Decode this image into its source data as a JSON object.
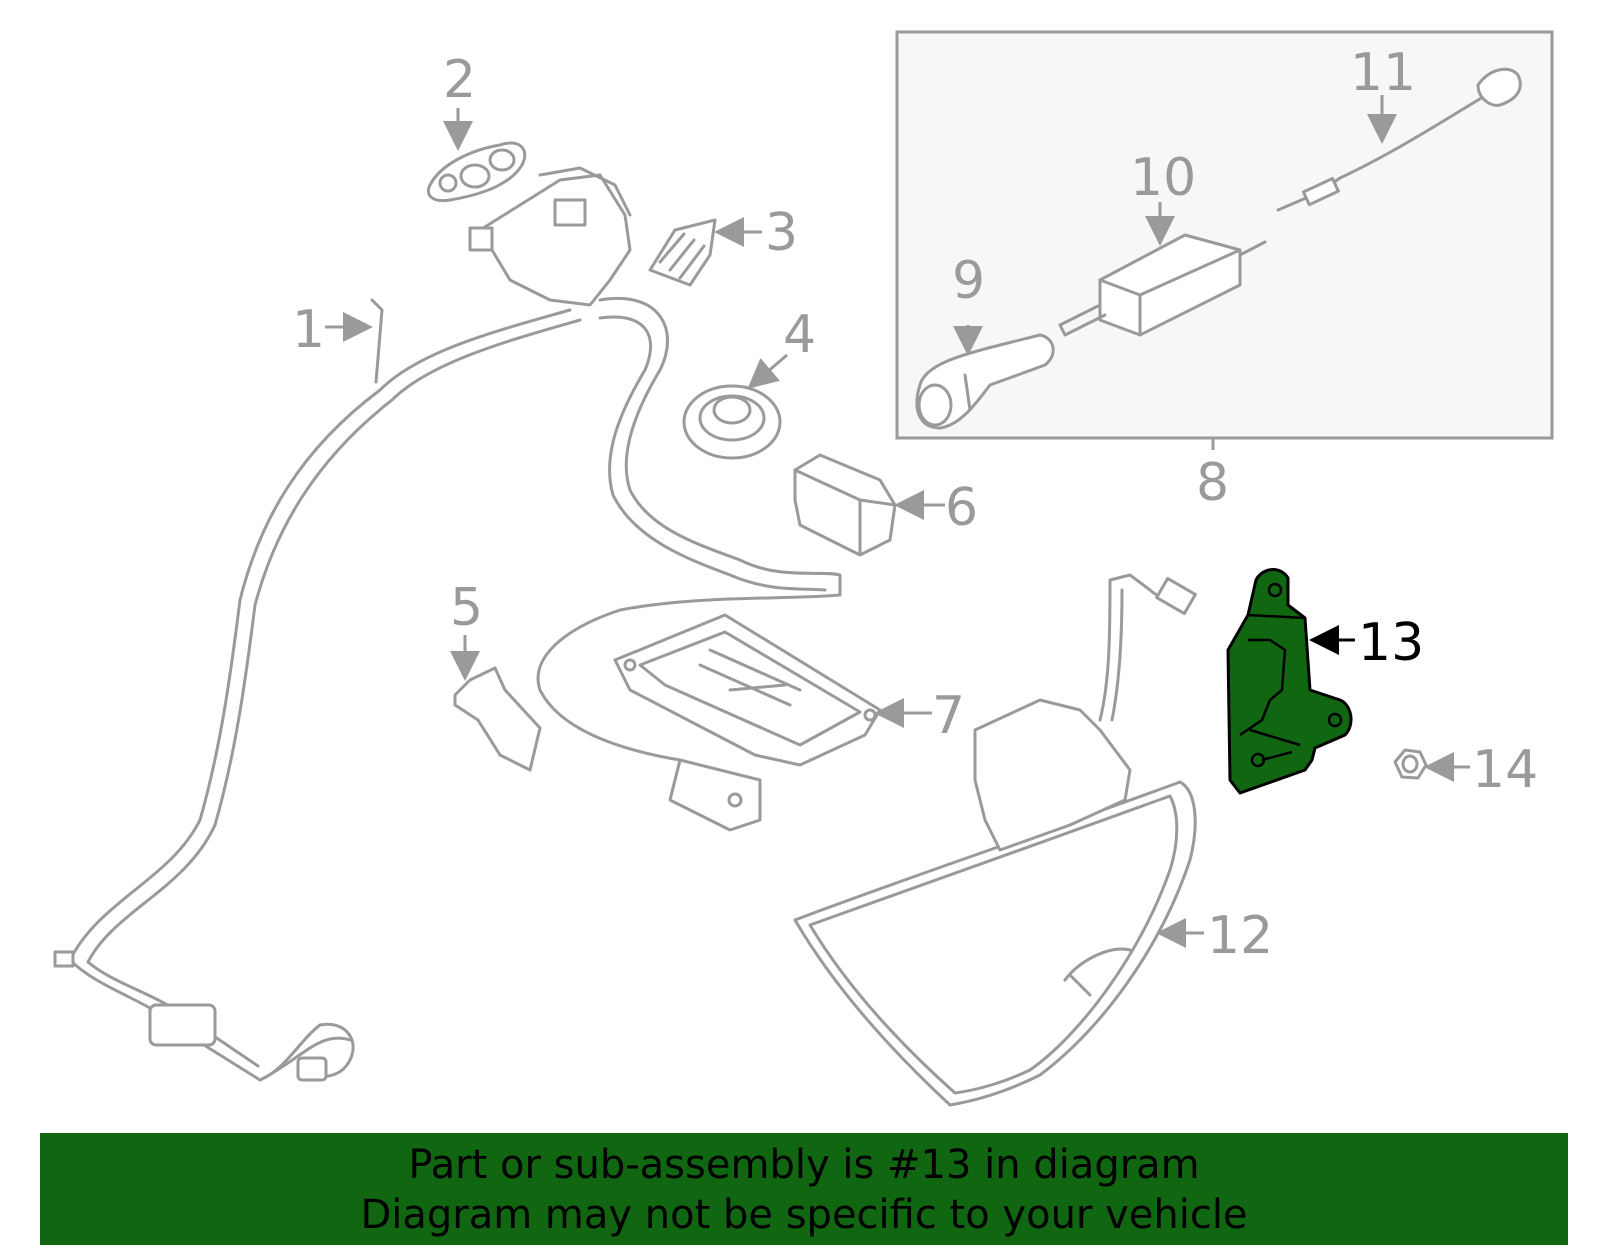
{
  "diagram": {
    "callouts": [
      "1",
      "2",
      "3",
      "4",
      "5",
      "6",
      "7",
      "8",
      "9",
      "10",
      "11",
      "12",
      "13",
      "14"
    ],
    "highlighted": "13",
    "highlight_color": "#116611"
  },
  "banner": {
    "line1": "Part or sub-assembly is #13 in diagram",
    "line2": "Diagram may not be specific to your vehicle",
    "background": "#116611"
  }
}
